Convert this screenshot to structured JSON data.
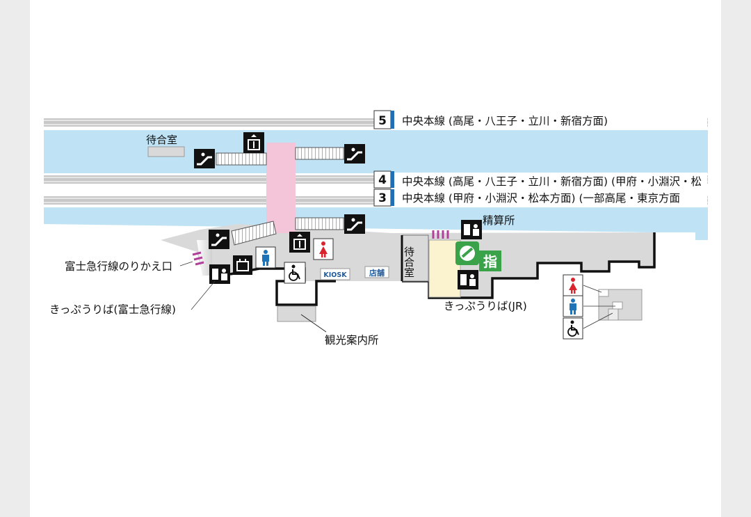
{
  "colors": {
    "platform": "#bfe3f5",
    "concourse": "#f4c4d8",
    "floor": "#d9d9d9",
    "ticket_area": "#fbf3cf",
    "track_line": "#c8c8c8",
    "green_window": "#3aa34a",
    "line_marker": "#1f6fb2",
    "escalator_stripe": "#b0419b",
    "female": "#d9232d",
    "male": "#1f73b7"
  },
  "tracks": [
    {
      "number": "5",
      "label": "中央本線 (高尾・八王子・立川・新宿方面)"
    },
    {
      "number": "4",
      "label": "中央本線 (高尾・八王子・立川・新宿方面) (甲府・小淵沢・松"
    },
    {
      "number": "3",
      "label": "中央本線 (甲府・小淵沢・松本方面) (一部高尾・東京方面"
    }
  ],
  "labels": {
    "waiting_room_top": "待合室",
    "waiting_room_vertical": "待合室",
    "fuji_transfer": "富士急行線のりかえ口",
    "ticket_fuji": "きっぷうりば(富士急行線)",
    "ticket_jr": "きっぷうりば(JR)",
    "tourist_info": "観光案内所",
    "fare_adjust": "精算所",
    "kiosk": "KIOSK",
    "shop": "店舗",
    "reserved_seat": "指"
  },
  "icons": [
    "escalator-icon",
    "elevator-icon",
    "ticket-machine-icon",
    "male-toilet-icon",
    "female-toilet-icon",
    "wheelchair-icon",
    "locker-icon",
    "green-window-icon"
  ]
}
